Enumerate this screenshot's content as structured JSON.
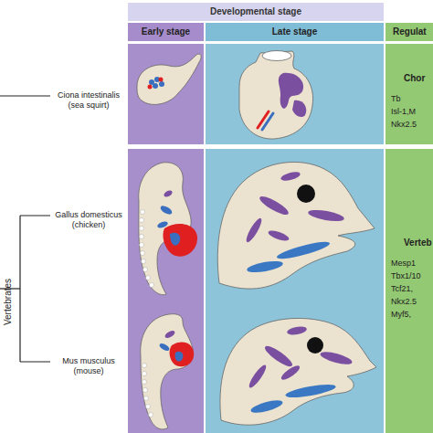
{
  "diagram": {
    "nodes": [
      {
        "text": [
          "Developmental stage"
        ]
      },
      {
        "text": [
          "Early stage"
        ]
      },
      {
        "text": [
          "Late stage"
        ]
      },
      {
        "text": [
          "Regulat"
        ]
      },
      {
        "text": [
          "Chor",
          "Tb",
          "Isl-1,M",
          "Nkx2.5"
        ]
      },
      {
        "text": [
          "Verteb",
          "Mesp1",
          "Tbx1/10",
          "Tcf21,",
          "Nkx2.5",
          "Myf5,"
        ]
      }
    ],
    "labels": [
      "Ciona intestinalis (sea squirt)",
      "Gallus domesticus (chicken)",
      "Mus musculus (mouse)",
      "Vertebrates"
    ]
  }
}
